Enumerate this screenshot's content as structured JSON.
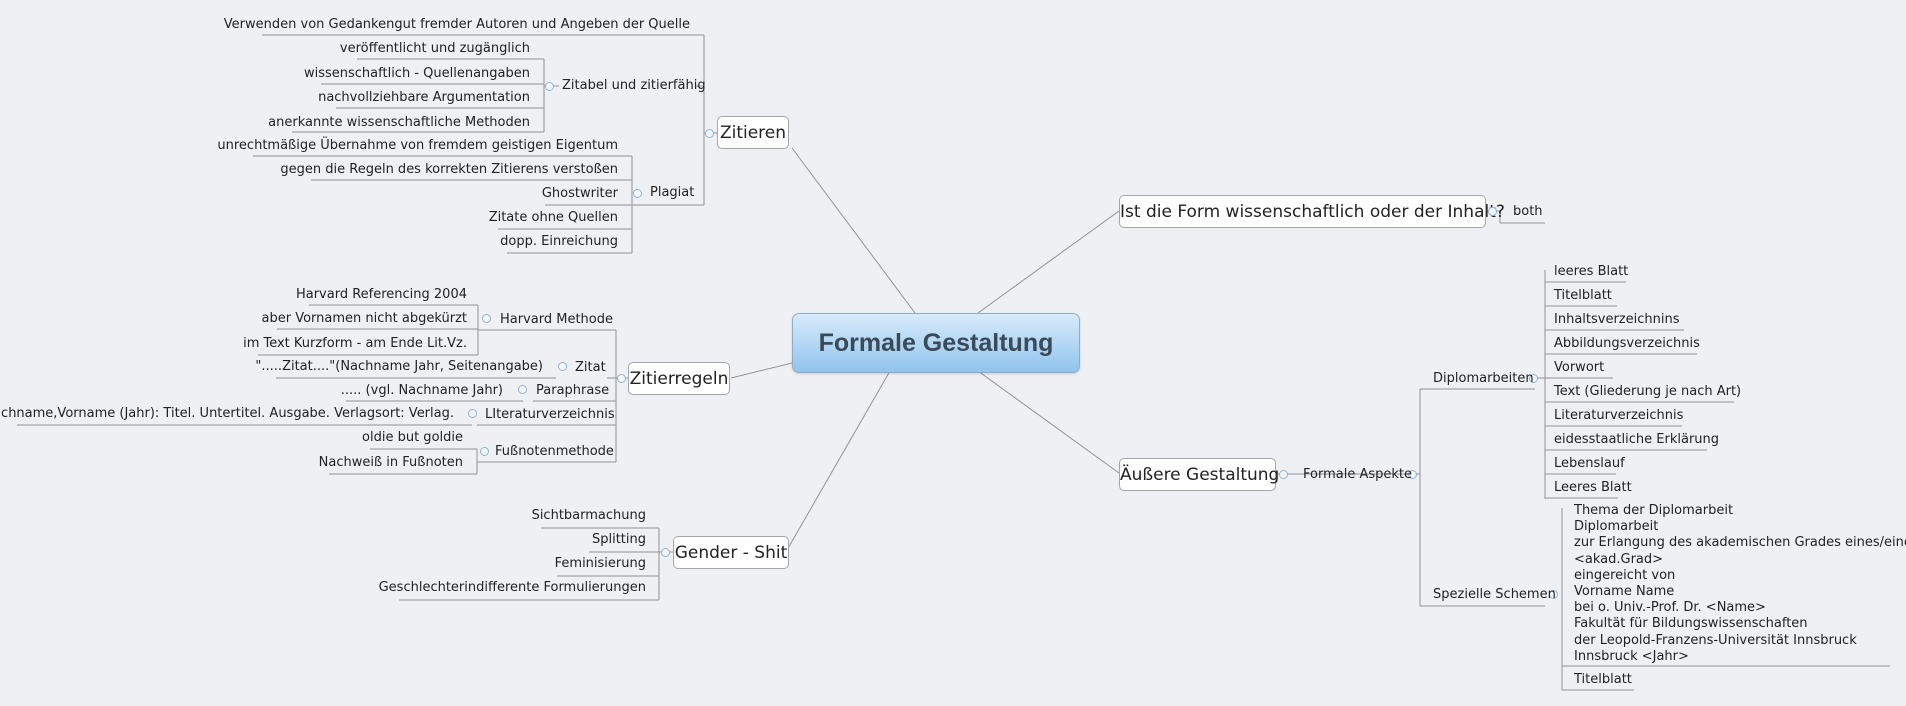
{
  "central": "Formale Gestaltung",
  "zitieren": {
    "label": "Zitieren",
    "direct": "Verwenden von Gedankengut fremder Autoren und Angeben der Quelle",
    "zitabel": {
      "label": "Zitabel und zitierfähig",
      "items": [
        "veröffentlicht und zugänglich",
        "wissenschaftlich - Quellenangaben",
        "nachvollziehbare Argumentation",
        "anerkannte wissenschaftliche Methoden"
      ]
    },
    "plagiat": {
      "label": "Plagiat",
      "items": [
        "unrechtmäßige Übernahme von fremdem geistigen Eigentum",
        "gegen die Regeln des korrekten Zitierens verstoßen",
        "Ghostwriter",
        "Zitate ohne Quellen",
        "dopp. Einreichung"
      ]
    }
  },
  "zitierregeln": {
    "label": "Zitierregeln",
    "harvard": {
      "label": "Harvard Methode",
      "items": [
        "Harvard Referencing 2004",
        "aber Vornamen nicht abgekürzt",
        "im Text Kurzform - am Ende Lit.Vz."
      ]
    },
    "zitat": {
      "label": "Zitat",
      "item": "\".....Zitat....\"(Nachname Jahr, Seitenangabe)"
    },
    "paraphrase": {
      "label": "Paraphrase",
      "item": "..... (vgl. Nachname Jahr)"
    },
    "literatur": {
      "label": "LIteraturverzeichnis",
      "item": "Nachname,Vorname (Jahr): Titel. Untertitel. Ausgabe. Verlagsort: Verlag."
    },
    "fussnoten": {
      "label": "Fußnotenmethode",
      "items": [
        "oldie but goldie",
        "Nachweiß in Fußnoten"
      ]
    }
  },
  "gender": {
    "label": "Gender - Shit",
    "items": [
      "Sichtbarmachung",
      "Splitting",
      "Feminisierung",
      "Geschlechterindifferente Formulierungen"
    ]
  },
  "form": {
    "label": "Ist die Form wissenschaftlich oder der Inhalt?",
    "answer": "both"
  },
  "aeussere": {
    "label": "Äußere Gestaltung",
    "formale_aspekte": "Formale Aspekte",
    "diplomarbeiten": {
      "label": "Diplomarbeiten",
      "items": [
        "leeres Blatt",
        "Titelblatt",
        "Inhaltsverzeichnins",
        "Abbildungsverzeichnis",
        "Vorwort",
        "Text (Gliederung je nach Art)",
        "Literaturverzeichnis",
        "eidesstaatliche Erklärung",
        "Lebenslauf",
        "Leeres Blatt"
      ]
    },
    "schemen": {
      "label": "Spezielle Schemen",
      "thema_lines": [
        "Thema der Diplomarbeit",
        "Diplomarbeit",
        "zur Erlangung des akademischen Grades eines/einer",
        "<akad.Grad>",
        "eingereicht von",
        "Vorname Name",
        "bei o. Univ.-Prof. Dr. <Name>",
        "Fakultät für Bildungswissenschaften",
        "der Leopold-Franzens-Universität Innsbruck",
        "Innsbruck <Jahr>"
      ],
      "titelblatt": "Titelblatt"
    }
  }
}
